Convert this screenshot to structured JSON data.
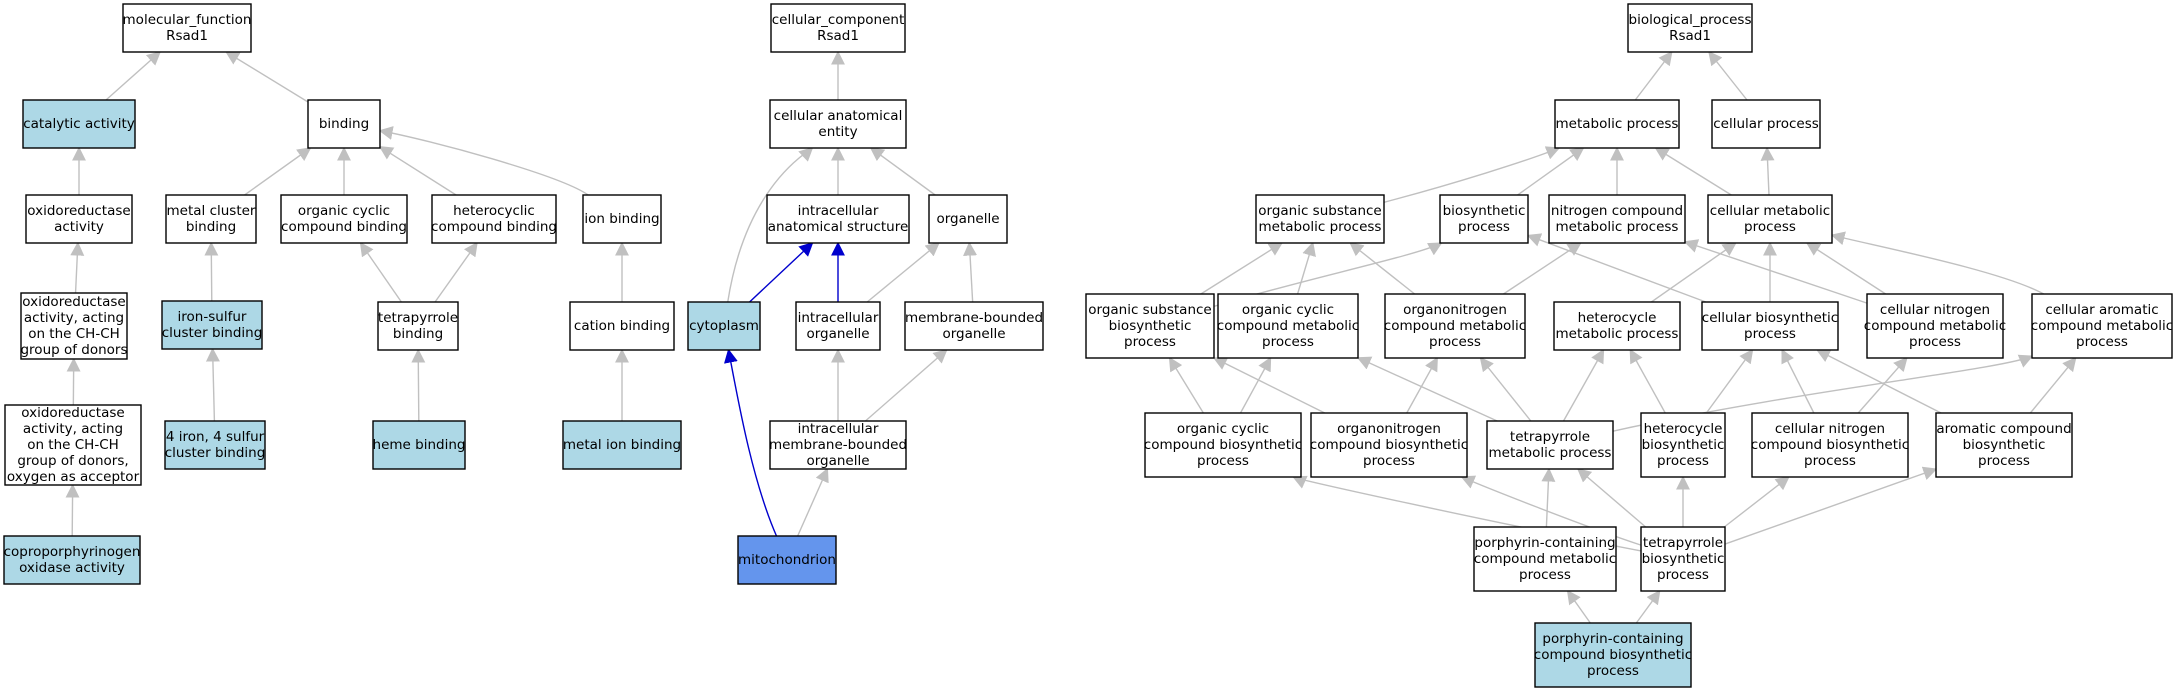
{
  "colors": {
    "default_fill": "#ffffff",
    "annotated_fill": "#add8e6",
    "focus_fill": "#6495ed",
    "edge_gray": "#c0c0c0",
    "edge_blue": "#0000cd"
  },
  "nodes": [
    {
      "id": "mf_root",
      "lines": [
        "molecular_function",
        "Rsad1"
      ],
      "style": "default"
    },
    {
      "id": "catalytic",
      "lines": [
        "catalytic activity"
      ],
      "style": "annotated"
    },
    {
      "id": "binding",
      "lines": [
        "binding"
      ],
      "style": "default"
    },
    {
      "id": "oxidoreductase",
      "lines": [
        "oxidoreductase",
        "activity"
      ],
      "style": "default"
    },
    {
      "id": "metal_cluster",
      "lines": [
        "metal cluster",
        "binding"
      ],
      "style": "default"
    },
    {
      "id": "org_cyclic_binding",
      "lines": [
        "organic cyclic",
        "compound binding"
      ],
      "style": "default"
    },
    {
      "id": "heterocyclic_binding",
      "lines": [
        "heterocyclic",
        "compound binding"
      ],
      "style": "default"
    },
    {
      "id": "ion_binding",
      "lines": [
        "ion binding"
      ],
      "style": "default"
    },
    {
      "id": "oxido_chch",
      "lines": [
        "oxidoreductase",
        "activity, acting",
        "on the CH-CH",
        "group of donors"
      ],
      "style": "default"
    },
    {
      "id": "iron_sulfur",
      "lines": [
        "iron-sulfur",
        "cluster binding"
      ],
      "style": "annotated"
    },
    {
      "id": "tetrapyrrole_binding",
      "lines": [
        "tetrapyrrole",
        "binding"
      ],
      "style": "default"
    },
    {
      "id": "cation_binding",
      "lines": [
        "cation binding"
      ],
      "style": "default"
    },
    {
      "id": "oxido_oxygen",
      "lines": [
        "oxidoreductase",
        "activity, acting",
        "on the CH-CH",
        "group of donors,",
        "oxygen as acceptor"
      ],
      "style": "default"
    },
    {
      "id": "four_iron",
      "lines": [
        "4 iron, 4 sulfur",
        "cluster binding"
      ],
      "style": "annotated"
    },
    {
      "id": "heme",
      "lines": [
        "heme binding"
      ],
      "style": "annotated"
    },
    {
      "id": "metal_ion",
      "lines": [
        "metal ion binding"
      ],
      "style": "annotated"
    },
    {
      "id": "copro",
      "lines": [
        "coproporphyrinogen",
        "oxidase activity"
      ],
      "style": "annotated"
    },
    {
      "id": "cc_root",
      "lines": [
        "cellular_component",
        "Rsad1"
      ],
      "style": "default"
    },
    {
      "id": "cell_anat",
      "lines": [
        "cellular anatomical",
        "entity"
      ],
      "style": "default"
    },
    {
      "id": "intra_anat",
      "lines": [
        "intracellular",
        "anatomical structure"
      ],
      "style": "default"
    },
    {
      "id": "organelle",
      "lines": [
        "organelle"
      ],
      "style": "default"
    },
    {
      "id": "cytoplasm",
      "lines": [
        "cytoplasm"
      ],
      "style": "annotated"
    },
    {
      "id": "intra_organelle",
      "lines": [
        "intracellular",
        "organelle"
      ],
      "style": "default"
    },
    {
      "id": "membrane_org",
      "lines": [
        "membrane-bounded",
        "organelle"
      ],
      "style": "default"
    },
    {
      "id": "intra_mem_org",
      "lines": [
        "intracellular",
        "membrane-bounded",
        "organelle"
      ],
      "style": "default"
    },
    {
      "id": "mitochondrion",
      "lines": [
        "mitochondrion"
      ],
      "style": "focus"
    },
    {
      "id": "bp_root",
      "lines": [
        "biological_process",
        "Rsad1"
      ],
      "style": "default"
    },
    {
      "id": "metabolic",
      "lines": [
        "metabolic process"
      ],
      "style": "default"
    },
    {
      "id": "cellular_proc",
      "lines": [
        "cellular process"
      ],
      "style": "default"
    },
    {
      "id": "org_sub_met",
      "lines": [
        "organic substance",
        "metabolic process"
      ],
      "style": "default"
    },
    {
      "id": "biosynthetic",
      "lines": [
        "biosynthetic",
        "process"
      ],
      "style": "default"
    },
    {
      "id": "nitrogen_met",
      "lines": [
        "nitrogen compound",
        "metabolic process"
      ],
      "style": "default"
    },
    {
      "id": "cell_met",
      "lines": [
        "cellular metabolic",
        "process"
      ],
      "style": "default"
    },
    {
      "id": "org_sub_bio",
      "lines": [
        "organic substance",
        "biosynthetic",
        "process"
      ],
      "style": "default"
    },
    {
      "id": "org_cyc_met",
      "lines": [
        "organic cyclic",
        "compound metabolic",
        "process"
      ],
      "style": "default"
    },
    {
      "id": "organonit_met",
      "lines": [
        "organonitrogen",
        "compound metabolic",
        "process"
      ],
      "style": "default"
    },
    {
      "id": "hetero_met",
      "lines": [
        "heterocycle",
        "metabolic process"
      ],
      "style": "default"
    },
    {
      "id": "cell_bio",
      "lines": [
        "cellular biosynthetic",
        "process"
      ],
      "style": "default"
    },
    {
      "id": "cell_nit_met",
      "lines": [
        "cellular nitrogen",
        "compound metabolic",
        "process"
      ],
      "style": "default"
    },
    {
      "id": "cell_aro_met",
      "lines": [
        "cellular aromatic",
        "compound metabolic",
        "process"
      ],
      "style": "default"
    },
    {
      "id": "org_cyc_bio",
      "lines": [
        "organic cyclic",
        "compound biosynthetic",
        "process"
      ],
      "style": "default"
    },
    {
      "id": "organonit_bio",
      "lines": [
        "organonitrogen",
        "compound biosynthetic",
        "process"
      ],
      "style": "default"
    },
    {
      "id": "tetra_met",
      "lines": [
        "tetrapyrrole",
        "metabolic process"
      ],
      "style": "default"
    },
    {
      "id": "hetero_bio",
      "lines": [
        "heterocycle",
        "biosynthetic",
        "process"
      ],
      "style": "default"
    },
    {
      "id": "cell_nit_bio",
      "lines": [
        "cellular nitrogen",
        "compound biosynthetic",
        "process"
      ],
      "style": "default"
    },
    {
      "id": "aro_bio",
      "lines": [
        "aromatic compound",
        "biosynthetic",
        "process"
      ],
      "style": "default"
    },
    {
      "id": "porph_met",
      "lines": [
        "porphyrin-containing",
        "compound metabolic",
        "process"
      ],
      "style": "default"
    },
    {
      "id": "tetra_bio",
      "lines": [
        "tetrapyrrole",
        "biosynthetic",
        "process"
      ],
      "style": "default"
    },
    {
      "id": "porph_bio",
      "lines": [
        "porphyrin-containing",
        "compound biosynthetic",
        "process"
      ],
      "style": "annotated"
    }
  ],
  "edges": [
    {
      "from": "catalytic",
      "to": "mf_root",
      "style": "gray"
    },
    {
      "from": "binding",
      "to": "mf_root",
      "style": "gray"
    },
    {
      "from": "oxidoreductase",
      "to": "catalytic",
      "style": "gray"
    },
    {
      "from": "metal_cluster",
      "to": "binding",
      "style": "gray"
    },
    {
      "from": "org_cyclic_binding",
      "to": "binding",
      "style": "gray"
    },
    {
      "from": "heterocyclic_binding",
      "to": "binding",
      "style": "gray"
    },
    {
      "from": "ion_binding",
      "to": "binding",
      "style": "gray"
    },
    {
      "from": "oxido_chch",
      "to": "oxidoreductase",
      "style": "gray"
    },
    {
      "from": "iron_sulfur",
      "to": "metal_cluster",
      "style": "gray"
    },
    {
      "from": "tetrapyrrole_binding",
      "to": "org_cyclic_binding",
      "style": "gray"
    },
    {
      "from": "tetrapyrrole_binding",
      "to": "heterocyclic_binding",
      "style": "gray"
    },
    {
      "from": "cation_binding",
      "to": "ion_binding",
      "style": "gray"
    },
    {
      "from": "oxido_oxygen",
      "to": "oxido_chch",
      "style": "gray"
    },
    {
      "from": "four_iron",
      "to": "iron_sulfur",
      "style": "gray"
    },
    {
      "from": "heme",
      "to": "tetrapyrrole_binding",
      "style": "gray"
    },
    {
      "from": "metal_ion",
      "to": "cation_binding",
      "style": "gray"
    },
    {
      "from": "copro",
      "to": "oxido_oxygen",
      "style": "gray"
    },
    {
      "from": "cell_anat",
      "to": "cc_root",
      "style": "gray"
    },
    {
      "from": "intra_anat",
      "to": "cell_anat",
      "style": "gray"
    },
    {
      "from": "organelle",
      "to": "cell_anat",
      "style": "gray"
    },
    {
      "from": "cytoplasm",
      "to": "cell_anat",
      "style": "gray"
    },
    {
      "from": "cytoplasm",
      "to": "intra_anat",
      "style": "blue"
    },
    {
      "from": "intra_organelle",
      "to": "intra_anat",
      "style": "blue"
    },
    {
      "from": "intra_organelle",
      "to": "organelle",
      "style": "gray"
    },
    {
      "from": "membrane_org",
      "to": "organelle",
      "style": "gray"
    },
    {
      "from": "intra_mem_org",
      "to": "intra_organelle",
      "style": "gray"
    },
    {
      "from": "intra_mem_org",
      "to": "membrane_org",
      "style": "gray"
    },
    {
      "from": "mitochondrion",
      "to": "cytoplasm",
      "style": "blue"
    },
    {
      "from": "mitochondrion",
      "to": "intra_mem_org",
      "style": "gray"
    },
    {
      "from": "metabolic",
      "to": "bp_root",
      "style": "gray"
    },
    {
      "from": "cellular_proc",
      "to": "bp_root",
      "style": "gray"
    },
    {
      "from": "org_sub_met",
      "to": "metabolic",
      "style": "gray"
    },
    {
      "from": "biosynthetic",
      "to": "metabolic",
      "style": "gray"
    },
    {
      "from": "nitrogen_met",
      "to": "metabolic",
      "style": "gray"
    },
    {
      "from": "cell_met",
      "to": "metabolic",
      "style": "gray"
    },
    {
      "from": "cell_met",
      "to": "cellular_proc",
      "style": "gray"
    },
    {
      "from": "org_sub_bio",
      "to": "org_sub_met",
      "style": "gray"
    },
    {
      "from": "org_sub_bio",
      "to": "biosynthetic",
      "style": "gray"
    },
    {
      "from": "org_cyc_met",
      "to": "org_sub_met",
      "style": "gray"
    },
    {
      "from": "organonit_met",
      "to": "org_sub_met",
      "style": "gray"
    },
    {
      "from": "organonit_met",
      "to": "nitrogen_met",
      "style": "gray"
    },
    {
      "from": "hetero_met",
      "to": "cell_met",
      "style": "gray"
    },
    {
      "from": "cell_bio",
      "to": "biosynthetic",
      "style": "gray"
    },
    {
      "from": "cell_bio",
      "to": "cell_met",
      "style": "gray"
    },
    {
      "from": "cell_nit_met",
      "to": "nitrogen_met",
      "style": "gray"
    },
    {
      "from": "cell_nit_met",
      "to": "cell_met",
      "style": "gray"
    },
    {
      "from": "cell_aro_met",
      "to": "cell_met",
      "style": "gray"
    },
    {
      "from": "org_cyc_bio",
      "to": "org_sub_bio",
      "style": "gray"
    },
    {
      "from": "org_cyc_bio",
      "to": "org_cyc_met",
      "style": "gray"
    },
    {
      "from": "organonit_bio",
      "to": "org_sub_bio",
      "style": "gray"
    },
    {
      "from": "organonit_bio",
      "to": "organonit_met",
      "style": "gray"
    },
    {
      "from": "tetra_met",
      "to": "org_cyc_met",
      "style": "gray"
    },
    {
      "from": "tetra_met",
      "to": "organonit_met",
      "style": "gray"
    },
    {
      "from": "tetra_met",
      "to": "hetero_met",
      "style": "gray"
    },
    {
      "from": "tetra_met",
      "to": "cell_aro_met",
      "style": "gray"
    },
    {
      "from": "hetero_bio",
      "to": "hetero_met",
      "style": "gray"
    },
    {
      "from": "hetero_bio",
      "to": "cell_bio",
      "style": "gray"
    },
    {
      "from": "cell_nit_bio",
      "to": "cell_bio",
      "style": "gray"
    },
    {
      "from": "cell_nit_bio",
      "to": "cell_nit_met",
      "style": "gray"
    },
    {
      "from": "aro_bio",
      "to": "cell_bio",
      "style": "gray"
    },
    {
      "from": "aro_bio",
      "to": "cell_aro_met",
      "style": "gray"
    },
    {
      "from": "porph_met",
      "to": "tetra_met",
      "style": "gray"
    },
    {
      "from": "tetra_bio",
      "to": "org_cyc_bio",
      "style": "gray"
    },
    {
      "from": "tetra_bio",
      "to": "organonit_bio",
      "style": "gray"
    },
    {
      "from": "tetra_bio",
      "to": "tetra_met",
      "style": "gray"
    },
    {
      "from": "tetra_bio",
      "to": "hetero_bio",
      "style": "gray"
    },
    {
      "from": "tetra_bio",
      "to": "cell_nit_bio",
      "style": "gray"
    },
    {
      "from": "tetra_bio",
      "to": "aro_bio",
      "style": "gray"
    },
    {
      "from": "porph_bio",
      "to": "porph_met",
      "style": "gray"
    },
    {
      "from": "porph_bio",
      "to": "tetra_bio",
      "style": "gray"
    }
  ]
}
